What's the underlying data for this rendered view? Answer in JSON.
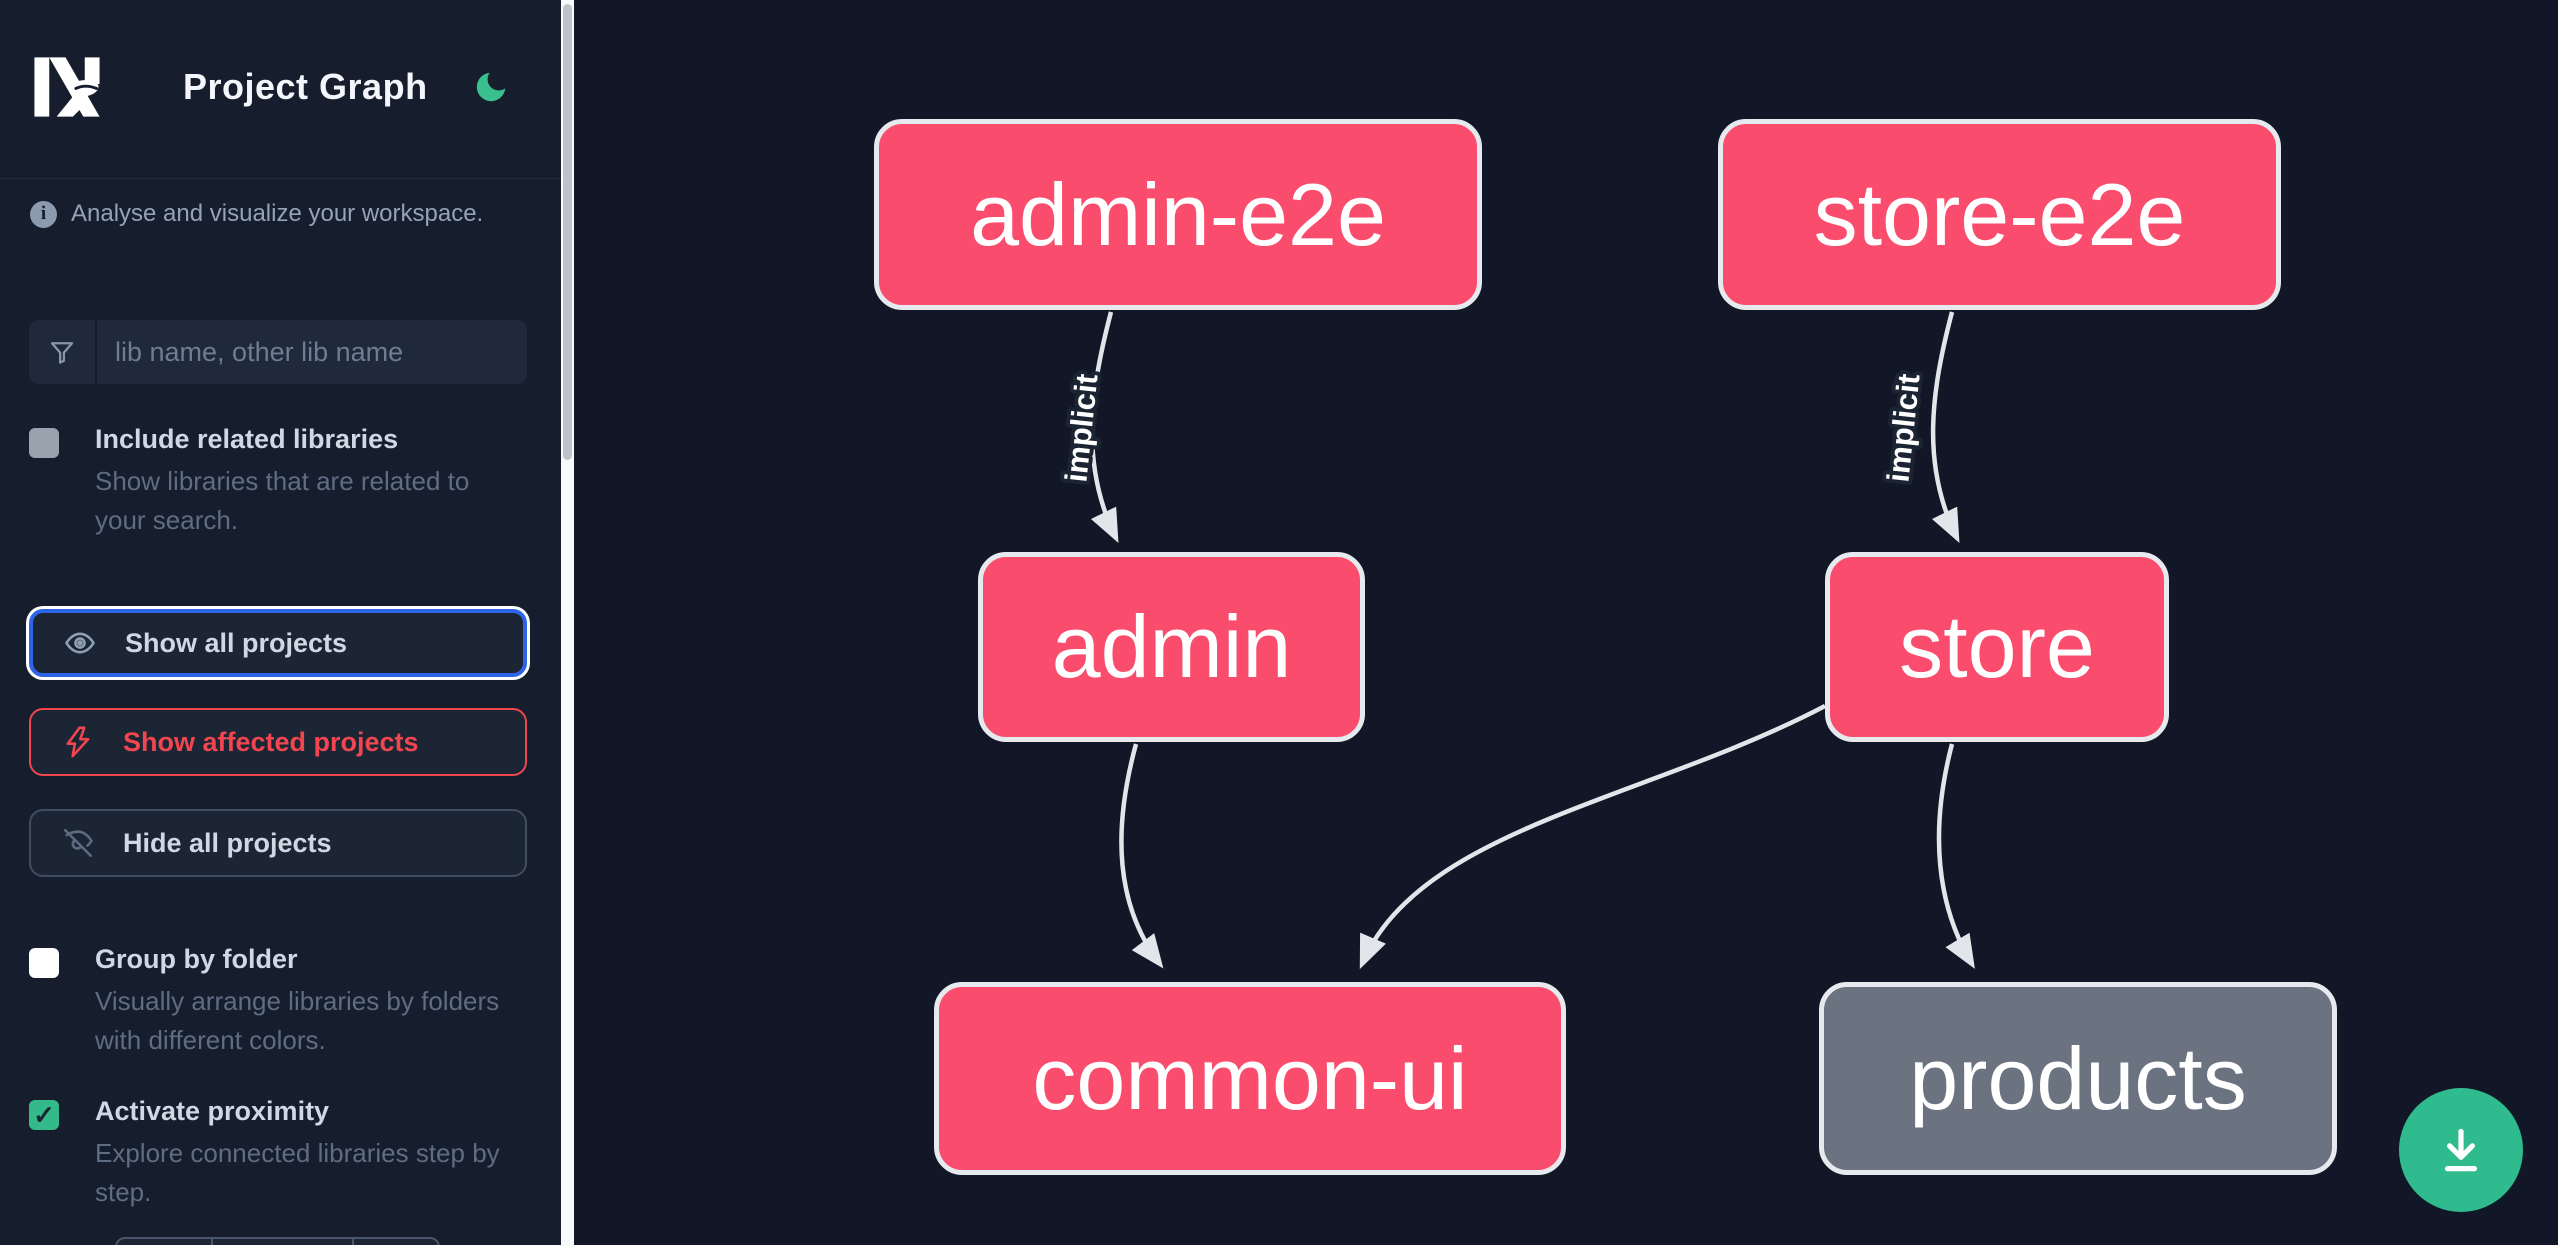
{
  "app": {
    "title": "Project Graph"
  },
  "sidebar": {
    "tagline": "Analyse and visualize your workspace.",
    "info_glyph": "i",
    "filter_input": {
      "placeholder": "lib name, other lib name",
      "value": ""
    },
    "related_toggle": {
      "label": "Include related libraries",
      "description": "Show libraries that are related to your search.",
      "checked": false
    },
    "buttons": {
      "show_all": {
        "label": "Show all projects"
      },
      "show_affected": {
        "label": "Show affected projects"
      },
      "hide_all": {
        "label": "Hide all projects"
      }
    },
    "group_toggle": {
      "label": "Group by folder",
      "description": "Visually arrange libraries by folders with different colors.",
      "checked": false
    },
    "proximity_toggle": {
      "label": "Activate proximity",
      "description": "Explore connected libraries step by step.",
      "checked": true,
      "check_glyph": "✓"
    }
  },
  "graph": {
    "nodes": [
      {
        "id": "admin-e2e",
        "label": "admin-e2e",
        "type": "affected"
      },
      {
        "id": "store-e2e",
        "label": "store-e2e",
        "type": "affected"
      },
      {
        "id": "admin",
        "label": "admin",
        "type": "affected"
      },
      {
        "id": "store",
        "label": "store",
        "type": "affected"
      },
      {
        "id": "common-ui",
        "label": "common-ui",
        "type": "affected"
      },
      {
        "id": "products",
        "label": "products",
        "type": "unaffected"
      }
    ],
    "edges": [
      {
        "from": "admin-e2e",
        "to": "admin",
        "label": "implicit"
      },
      {
        "from": "store-e2e",
        "to": "store",
        "label": "implicit"
      },
      {
        "from": "admin",
        "to": "common-ui",
        "label": ""
      },
      {
        "from": "store",
        "to": "common-ui",
        "label": ""
      },
      {
        "from": "store",
        "to": "products",
        "label": ""
      }
    ]
  },
  "colors": {
    "affected_node": "#fa4d6d",
    "unaffected_node": "#6b7280",
    "accent_green": "#2fbb8e",
    "accent_blue": "#2e65e8",
    "accent_red": "#f1454f",
    "edge": "#e2e6ea"
  }
}
